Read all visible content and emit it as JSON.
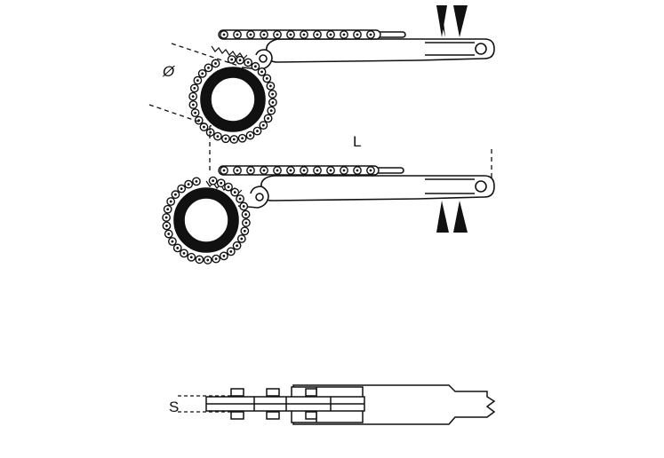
{
  "labels": {
    "diameter": "Ø",
    "length": "L",
    "section": "S"
  },
  "colors": {
    "line": "#111111",
    "fill_dark": "#111111",
    "background": "#ffffff"
  }
}
